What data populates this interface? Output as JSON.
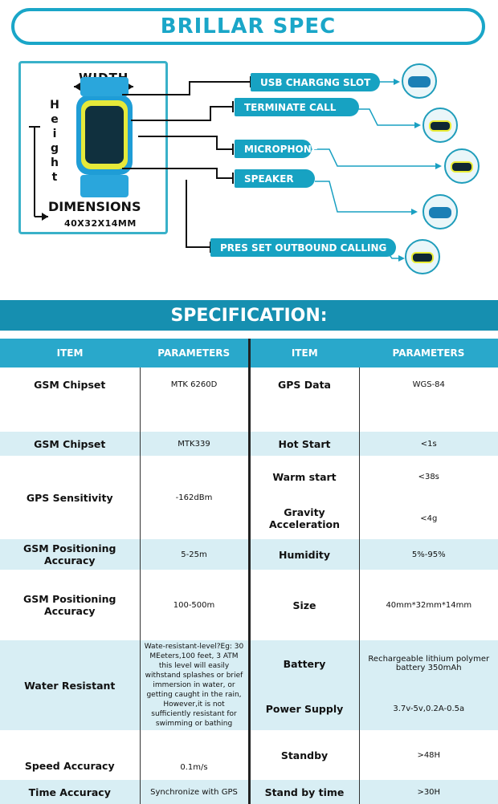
{
  "header": {
    "title": "BRILLAR SPEC"
  },
  "dimensions": {
    "width_label": "WIDTH",
    "height_label": "Height",
    "title": "DIMENSIONS",
    "value": "40X32X14MM"
  },
  "callouts": [
    "USB CHARGNG SLOT",
    "TERMINATE CALL",
    "MICROPHONE",
    "SPEAKER",
    "PRES SET OUTBOUND CALLING"
  ],
  "spec": {
    "title": "SPECIFICATION:"
  },
  "table": {
    "headers": [
      "ITEM",
      "PARAMETERS",
      "ITEM",
      "PARAMETERS"
    ],
    "rows": [
      {
        "left": {
          "item": "GSM Chipset",
          "param": "MTK 6260D"
        },
        "right": {
          "item": "GPS Data",
          "param": "WGS-84"
        }
      },
      {
        "left": {
          "item": "GSM Chipset",
          "param": "MTK339"
        },
        "right": {
          "item": "Hot Start",
          "param": "<1s"
        }
      },
      {
        "left": {
          "item": "GPS Sensitivity",
          "param": "-162dBm"
        },
        "right": {
          "item": "Warm start",
          "param": "<38s"
        }
      },
      {
        "left": {
          "item": "",
          "param": ""
        },
        "right": {
          "item": "Gravity Acceleration",
          "param": "<4g"
        }
      },
      {
        "left": {
          "item": "GSM Positioning Accuracy",
          "param": "5-25m"
        },
        "right": {
          "item": "Humidity",
          "param": "5%-95%"
        }
      },
      {
        "left": {
          "item": "GSM Positioning Accuracy",
          "param": "100-500m"
        },
        "right": {
          "item": "Size",
          "param": "40mm*32mm*14mm"
        }
      },
      {
        "left": {
          "item": "Water Resistant",
          "param": "Wate-resistant-level?Eg: 30 MEeters,100 feet, 3 ATM this level will easily withstand splashes or brief immersion in water, or getting caught in the rain, However,it is not sufficiently resistant for swimming or bathing"
        },
        "right": {
          "item": "Battery",
          "param": "Rechargeable lithium polymer battery 350mAh"
        }
      },
      {
        "left": {
          "item": "",
          "param": ""
        },
        "right": {
          "item": "Power Supply",
          "param": "3.7v-5v,0.2A-0.5a"
        }
      },
      {
        "left": {
          "item": "Speed Accuracy",
          "param": "0.1m/s"
        },
        "right": {
          "item": "Standby",
          "param": ">48H"
        }
      },
      {
        "left": {
          "item": "Time Accuracy",
          "param": "Synchronize with GPS"
        },
        "right": {
          "item": "Stand by time",
          "param": ">30H"
        }
      }
    ]
  }
}
